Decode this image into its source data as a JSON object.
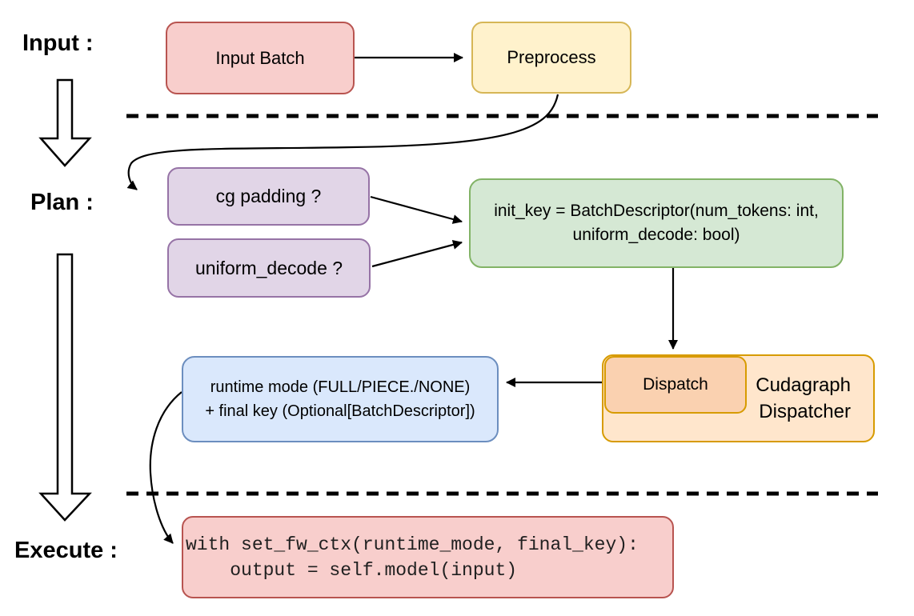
{
  "diagram": {
    "background": "#ffffff",
    "sections": {
      "input": {
        "label": "Input :"
      },
      "plan": {
        "label": "Plan :"
      },
      "execute": {
        "label": "Execute :"
      }
    },
    "nodes": {
      "input_batch": {
        "label": "Input Batch",
        "fill": "#f8cecc",
        "stroke": "#b85450"
      },
      "preprocess": {
        "label": "Preprocess",
        "fill": "#fff2cc",
        "stroke": "#d6b656"
      },
      "cg_padding": {
        "label": "cg padding ?",
        "fill": "#e1d5e7",
        "stroke": "#9673a6"
      },
      "uniform_decode": {
        "label": "uniform_decode ?",
        "fill": "#e1d5e7",
        "stroke": "#9673a6"
      },
      "init_key": {
        "lines": [
          "init_key = BatchDescriptor(num_tokens: int,",
          "uniform_decode: bool)"
        ],
        "fill": "#d5e8d4",
        "stroke": "#82b366"
      },
      "runtime_mode": {
        "lines": [
          "runtime mode (FULL/PIECE./NONE)",
          "+ final key (Optional[BatchDescriptor])"
        ],
        "fill": "#dae8fc",
        "stroke": "#6c8ebf"
      },
      "dispatch": {
        "label": "Dispatch",
        "fill": "#fad1b0",
        "stroke": "#d79b00"
      },
      "cudagraph_dispatcher": {
        "lines": [
          "Cudagraph",
          "Dispatcher"
        ],
        "fill": "#ffe6cc",
        "stroke": "#d79b00"
      },
      "execute_code": {
        "code_lines": [
          "with set_fw_ctx(runtime_mode, final_key):",
          "    output = self.model(input)"
        ],
        "fill": "#f8cecc",
        "stroke": "#b85450"
      }
    }
  }
}
